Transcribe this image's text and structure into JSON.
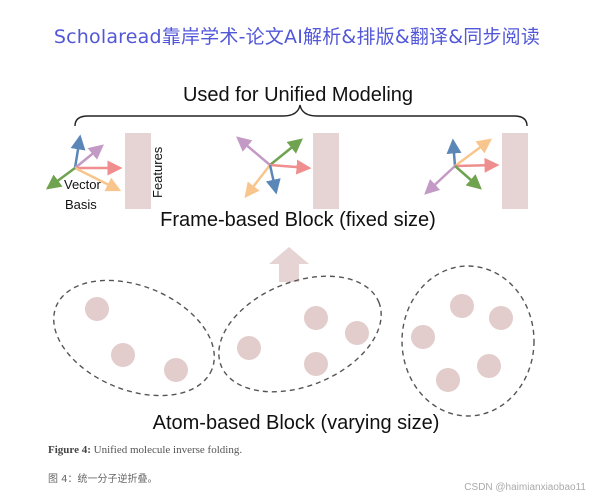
{
  "banner": "Scholaread靠岸学术-论文AI解析&排版&翻译&同步阅读",
  "diagram": {
    "top_label": "Used for Unified Modeling",
    "frame_label": "Frame-based Block (fixed size)",
    "vector_label_1": "Vector",
    "vector_label_2": "Basis",
    "features_label": "Features",
    "atom_label": "Atom-based Block (varying size)",
    "colors": {
      "blue": "#5b87b8",
      "purple": "#c39ac6",
      "green": "#6fa350",
      "red": "#ee8e8e",
      "orange": "#f8c68c",
      "feature_block": "#e6d4d4",
      "atom": "#e2cccc",
      "arrow_up": "#e6d4d4"
    }
  },
  "caption": {
    "figure_label": "Figure 4:",
    "figure_text": "Unified molecule inverse folding.",
    "chinese": "图 4：统一分子逆折叠。"
  },
  "watermark": "CSDN @haimianxiaobao11"
}
